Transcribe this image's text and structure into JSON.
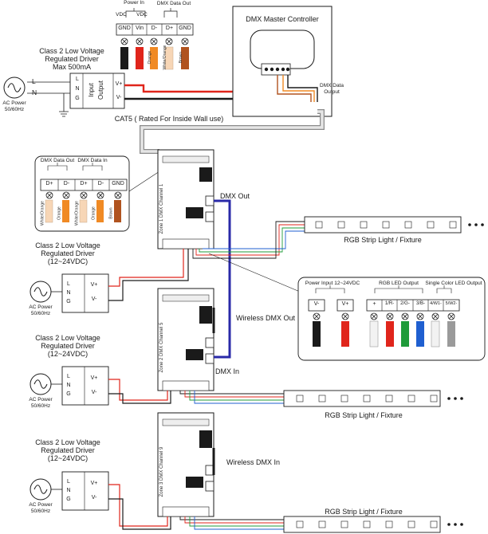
{
  "colors": {
    "red": "#e0251b",
    "black": "#1a1a1a",
    "orange": "#f08a24",
    "white_orange": "#f7d6b6",
    "brown": "#b0531f",
    "green": "#1f9b3a",
    "blue": "#1f5fd0",
    "white": "#f2f2f2",
    "gray": "#9a9a9a",
    "dmx_blue": "#2a2aa8"
  },
  "top_connector": {
    "power_in": "Power In",
    "vdc_gnd": "VDC",
    "vdc_vin": "VDC",
    "dmx_data_out": "DMX Data Out",
    "pins": [
      "GND",
      "Vin",
      "D-",
      "D+",
      "GND"
    ],
    "wire_labels": [
      "Orange",
      "White/Orange",
      "Brown"
    ]
  },
  "top_driver": {
    "title_lines": [
      "Class 2 Low Voltage",
      "Regulated Driver",
      "Max 500mA"
    ],
    "input_label": "Input",
    "output_label": "Output",
    "input_pins": [
      "L",
      "N",
      "G"
    ],
    "output_pins": [
      "V+",
      "V-"
    ]
  },
  "ac_top": {
    "line_labels": [
      "L",
      "N"
    ],
    "label_lines": [
      "AC Power",
      "50/60Hz"
    ]
  },
  "master": {
    "title": "DMX Master Controller",
    "data_out_lines": [
      "DMX Data",
      "Output"
    ]
  },
  "cat5": "CAT5 ( Rated For Inside Wall use)",
  "detail_dmx": {
    "data_out": "DMX Data Out",
    "data_in": "DMX Data In",
    "pins": [
      "D+",
      "D-",
      "D+",
      "D-",
      "GND"
    ],
    "wire_labels": [
      "White/Orange",
      "Orange",
      "White/Orange",
      "Orange",
      "Brown"
    ]
  },
  "decoders": [
    {
      "zone": "Zone 1 DMX Channel 1"
    },
    {
      "zone": "Zone 2 DMX Channel 5"
    },
    {
      "zone": "Zone 3 DMX Channel 9"
    }
  ],
  "drivers": [
    {
      "title_lines": [
        "Class 2 Low Voltage",
        "Regulated Driver",
        "(12~24VDC)"
      ]
    },
    {
      "title_lines": [
        "Class 2 Low Voltage",
        "Regulated Driver",
        "(12~24VDC)"
      ]
    },
    {
      "title_lines": [
        "Class 2 Low Voltage",
        "Regulated Driver",
        "(12~24VDC)"
      ]
    }
  ],
  "driver_pins": {
    "inputs": [
      "L",
      "N",
      "G"
    ],
    "outputs": [
      "V+",
      "V-"
    ]
  },
  "ac_power_lines": [
    "AC Power",
    "50/60Hz"
  ],
  "labels": {
    "dmx_out": "DMX Out",
    "wireless_dmx_out": "Wireless DMX Out",
    "dmx_in": "DMX In",
    "wireless_dmx_in": "Wireless DMX In"
  },
  "strips": [
    {
      "label": "RGB Strip Light / Fixture"
    },
    {
      "label": "RGB Strip Light / Fixture"
    },
    {
      "label": "RGB Strip Light / Fixture"
    }
  ],
  "output_detail": {
    "power_input": "Power Input 12~24VDC",
    "rgb_output": "RGB LED Output",
    "single_output": "Single Color LED Output",
    "pins": [
      "V-",
      "V+",
      "+",
      "1/R-",
      "2/G-",
      "3/B-",
      "4/W1-",
      "5/W2-"
    ]
  }
}
